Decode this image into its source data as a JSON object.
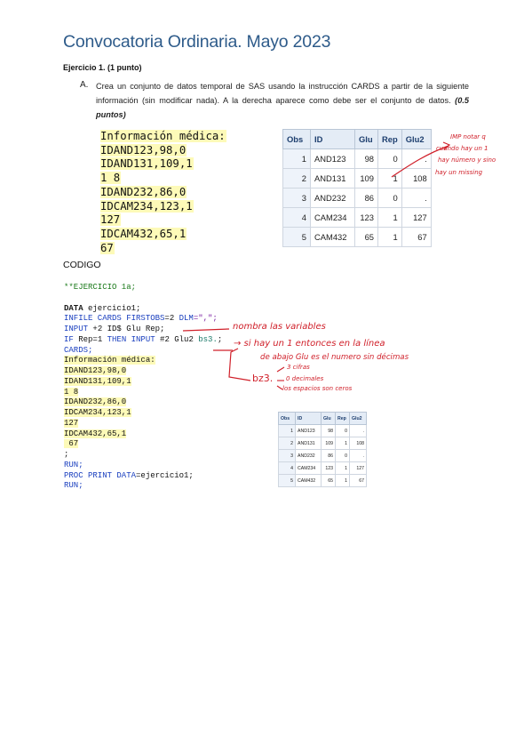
{
  "title": "Convocatoria Ordinaria. Mayo 2023",
  "exercise": {
    "heading": "Ejercicio 1. (1 punto)",
    "letter": "A.",
    "text": "Crea un conjunto de datos temporal de SAS usando la instrucción CARDS a partir de la siguiente información (sin modificar nada). A la derecha aparece como debe ser el conjunto de datos.",
    "points": "(0.5 puntos)"
  },
  "data_lines": [
    "Información médica:",
    "IDAND123,98,0",
    "IDAND131,109,1",
    "1 8",
    "IDAND232,86,0",
    "IDCAM234,123,1",
    "127",
    "IDCAM432,65,1",
    "67"
  ],
  "results_table": {
    "headers": [
      "Obs",
      "ID",
      "Glu",
      "Rep",
      "Glu2"
    ],
    "rows": [
      [
        "1",
        "AND123",
        "98",
        "0",
        "."
      ],
      [
        "2",
        "AND131",
        "109",
        "1",
        "108"
      ],
      [
        "3",
        "AND232",
        "86",
        "0",
        "."
      ],
      [
        "4",
        "CAM234",
        "123",
        "1",
        "127"
      ],
      [
        "5",
        "CAM432",
        "65",
        "1",
        "67"
      ]
    ]
  },
  "codigo_label": "CODIGO",
  "code": {
    "comment": "**EJERCICIO 1a;",
    "data_kw": "DATA",
    "data_name": " ejercicio1;",
    "infile_kw": "INFILE CARDS",
    "firstobs_kw": " FIRSTOBS",
    "firstobs_val": "=2 ",
    "dlm_kw": "DLM",
    "dlm_val": "=\",\";",
    "input1_kw": "INPUT",
    "input1_rest": " +2 ID$ Glu Rep;",
    "if_kw": "IF",
    "if_mid": " Rep=1 ",
    "then_kw": "THEN INPUT",
    "if_rest": " #2 Glu2 ",
    "fmt": "bs3.",
    "semi": ";",
    "cards_kw": "CARDS;",
    "lines": [
      "Información médica:",
      "IDAND123,98,0",
      "IDAND131,109,1",
      "1 8",
      "IDAND232,86,0",
      "IDCAM234,123,1",
      "127",
      "IDCAM432,65,1",
      " 67"
    ],
    "end_semi": ";",
    "run1": "RUN;",
    "proc_kw": "PROC PRINT DATA",
    "proc_rest": "=ejercicio1;",
    "run2": "RUN;"
  },
  "annotations": {
    "imp_1": "IMP notar q",
    "imp_2": "cuando hay un 1",
    "imp_3": "hay número y sino",
    "imp_4": "hay un missing",
    "nombra": "nombra las variables",
    "si_1": "→ si hay un 1 entonces en la línea",
    "si_2": "de abajo Glu es el numero sin décimas",
    "bz": "bz3.",
    "cifras": "3 cifras",
    "decimales": "0 decimales",
    "ceros": "los espacios son ceros"
  },
  "ink_color": "#d0202a",
  "highlight_color": "#fdfab8",
  "header_color": "#2e5b8a"
}
